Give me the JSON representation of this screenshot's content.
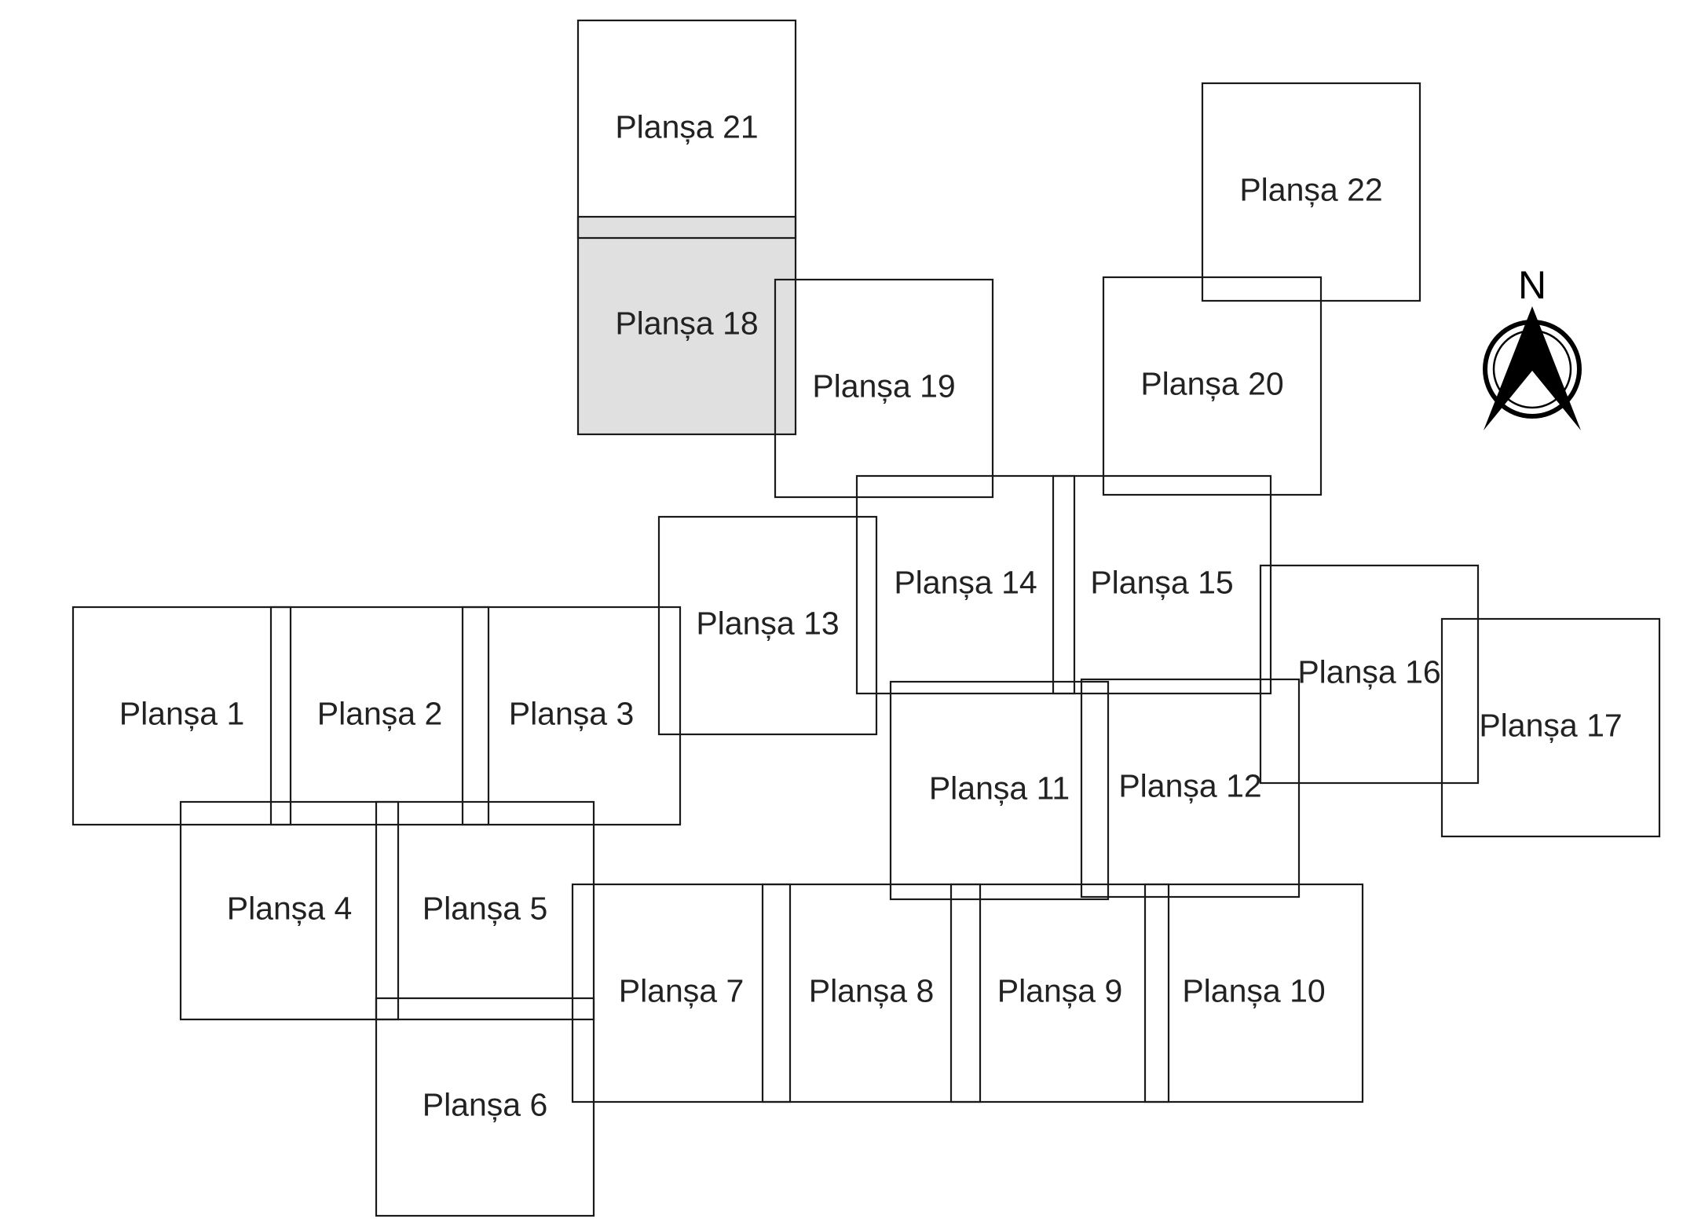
{
  "sheets": [
    {
      "id": 1,
      "label": "Planșa 1"
    },
    {
      "id": 2,
      "label": "Planșa 2"
    },
    {
      "id": 3,
      "label": "Planșa 3"
    },
    {
      "id": 4,
      "label": "Planșa 4"
    },
    {
      "id": 5,
      "label": "Planșa 5"
    },
    {
      "id": 6,
      "label": "Planșa 6"
    },
    {
      "id": 7,
      "label": "Planșa 7"
    },
    {
      "id": 8,
      "label": "Planșa 8"
    },
    {
      "id": 9,
      "label": "Planșa 9"
    },
    {
      "id": 10,
      "label": "Planșa 10"
    },
    {
      "id": 11,
      "label": "Planșa 11"
    },
    {
      "id": 12,
      "label": "Planșa 12"
    },
    {
      "id": 13,
      "label": "Planșa 13"
    },
    {
      "id": 14,
      "label": "Planșa 14"
    },
    {
      "id": 15,
      "label": "Planșa 15"
    },
    {
      "id": 16,
      "label": "Planșa 16"
    },
    {
      "id": 17,
      "label": "Planșa 17"
    },
    {
      "id": 18,
      "label": "Planșa 18",
      "highlighted": true
    },
    {
      "id": 19,
      "label": "Planșa 19"
    },
    {
      "id": 20,
      "label": "Planșa 20"
    },
    {
      "id": 21,
      "label": "Planșa 21"
    },
    {
      "id": 22,
      "label": "Planșa 22"
    }
  ],
  "north_arrow": {
    "label": "N",
    "icon": "north-arrow-icon"
  },
  "colors": {
    "stroke": "#1a1a1a",
    "highlight_fill": "#e0e0e0",
    "text": "#222222",
    "background": "#ffffff"
  }
}
